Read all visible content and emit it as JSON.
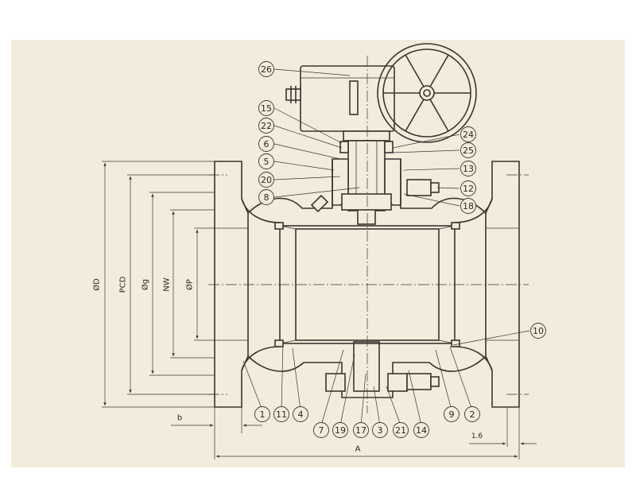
{
  "callouts": [
    "26",
    "15",
    "22",
    "6",
    "5",
    "20",
    "8",
    "24",
    "25",
    "13",
    "12",
    "18",
    "10",
    "1",
    "11",
    "4",
    "7",
    "19",
    "17",
    "3",
    "21",
    "14",
    "9",
    "2"
  ],
  "dimensions": {
    "od": "ØD",
    "pcd": "PCD",
    "og": "Øg",
    "nw": "NW",
    "op": "ØP",
    "b": "b",
    "a": "A",
    "t": "1.6"
  }
}
